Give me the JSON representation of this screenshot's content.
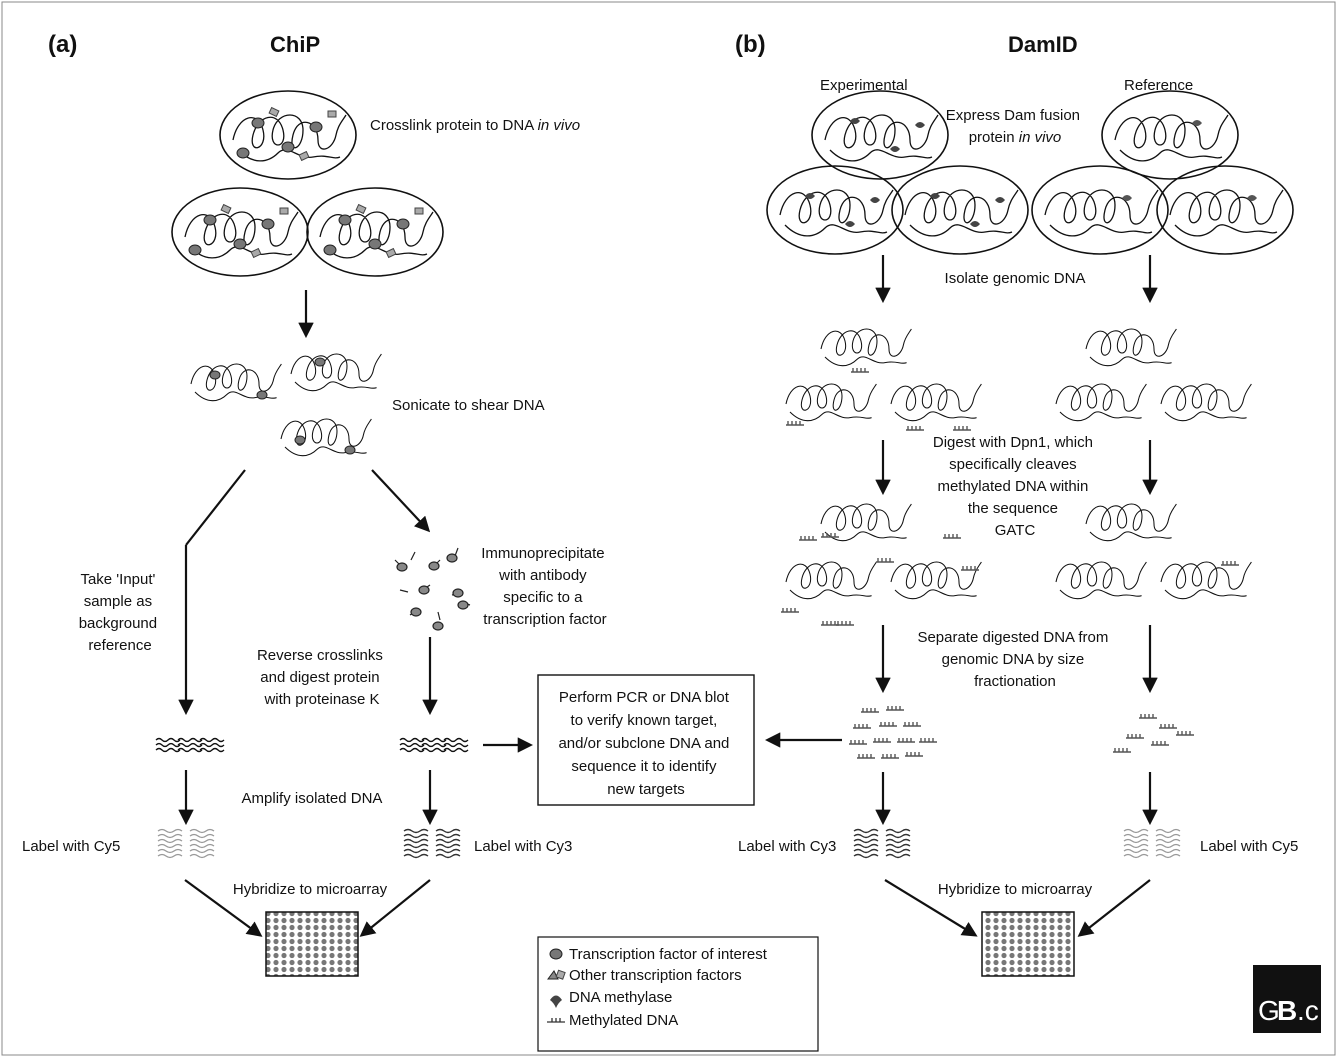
{
  "panel_a": {
    "letter": "(a)",
    "title": "ChiP",
    "step_crosslink_prefix": "Crosslink protein to DNA ",
    "step_crosslink_emph": "in vivo",
    "step_sonicate": "Sonicate to shear DNA",
    "step_ip": [
      "Immunoprecipitate",
      "with antibody",
      "specific to a",
      "transcription factor"
    ],
    "step_input": [
      "Take 'Input'",
      "sample as",
      "background",
      "reference"
    ],
    "step_reverse": [
      "Reverse crosslinks",
      "and digest protein",
      "with proteinase K"
    ],
    "step_amplify": "Amplify isolated DNA",
    "label_cy5": "Label with Cy5",
    "label_cy3": "Label with Cy3",
    "step_hybridize": "Hybridize to microarray"
  },
  "panel_b": {
    "letter": "(b)",
    "title": "DamID",
    "col_experimental": "Experimental",
    "col_reference": "Reference",
    "step_express": [
      "Express Dam fusion",
      "protein "
    ],
    "step_express_emph": "in vivo",
    "step_isolate": "Isolate genomic DNA",
    "step_digest": [
      "Digest with Dpn1, which",
      "specifically cleaves",
      "methylated DNA within",
      "the sequence",
      "GATC"
    ],
    "step_separate": [
      "Separate digested DNA from",
      "genomic DNA by size",
      "fractionation"
    ],
    "label_cy3": "Label with Cy3",
    "label_cy5": "Label with Cy5",
    "step_hybridize": "Hybridize to microarray"
  },
  "center_box": [
    "Perform PCR or DNA blot",
    "to verify known target,",
    "and/or subclone DNA and",
    "sequence it to identify",
    "new targets"
  ],
  "legend": [
    "Transcription factor of interest",
    "Other transcription factors",
    "DNA methylase",
    "Methylated DNA"
  ],
  "logo": {
    "text_g": "G",
    "text_b": "B",
    "text_c": ".c"
  }
}
